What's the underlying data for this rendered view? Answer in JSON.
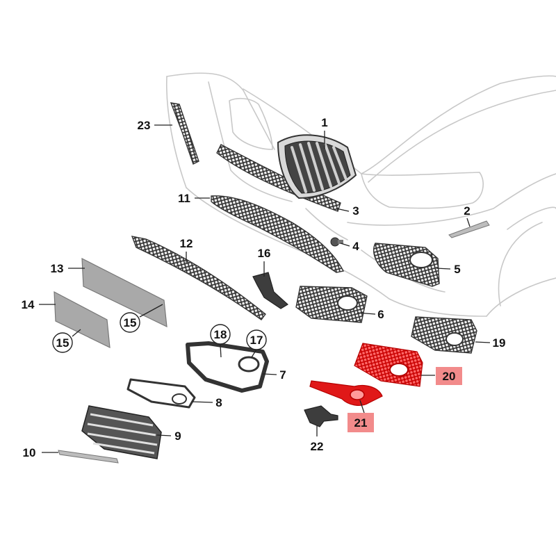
{
  "diagram": {
    "accent_color": "#e01818",
    "highlight_color": "#f28b8b",
    "callouts": [
      {
        "id": "c1",
        "label": "1"
      },
      {
        "id": "c2",
        "label": "2"
      },
      {
        "id": "c3",
        "label": "3"
      },
      {
        "id": "c4",
        "label": "4"
      },
      {
        "id": "c5",
        "label": "5"
      },
      {
        "id": "c6",
        "label": "6"
      },
      {
        "id": "c7",
        "label": "7"
      },
      {
        "id": "c8",
        "label": "8"
      },
      {
        "id": "c9",
        "label": "9"
      },
      {
        "id": "c10",
        "label": "10"
      },
      {
        "id": "c11",
        "label": "11"
      },
      {
        "id": "c12",
        "label": "12"
      },
      {
        "id": "c13",
        "label": "13"
      },
      {
        "id": "c14",
        "label": "14"
      },
      {
        "id": "c15a",
        "label": "15"
      },
      {
        "id": "c15b",
        "label": "15"
      },
      {
        "id": "c16",
        "label": "16"
      },
      {
        "id": "c17",
        "label": "17"
      },
      {
        "id": "c18",
        "label": "18"
      },
      {
        "id": "c19",
        "label": "19"
      },
      {
        "id": "c20",
        "label": "20"
      },
      {
        "id": "c21",
        "label": "21"
      },
      {
        "id": "c22",
        "label": "22"
      },
      {
        "id": "c23",
        "label": "23"
      }
    ]
  }
}
